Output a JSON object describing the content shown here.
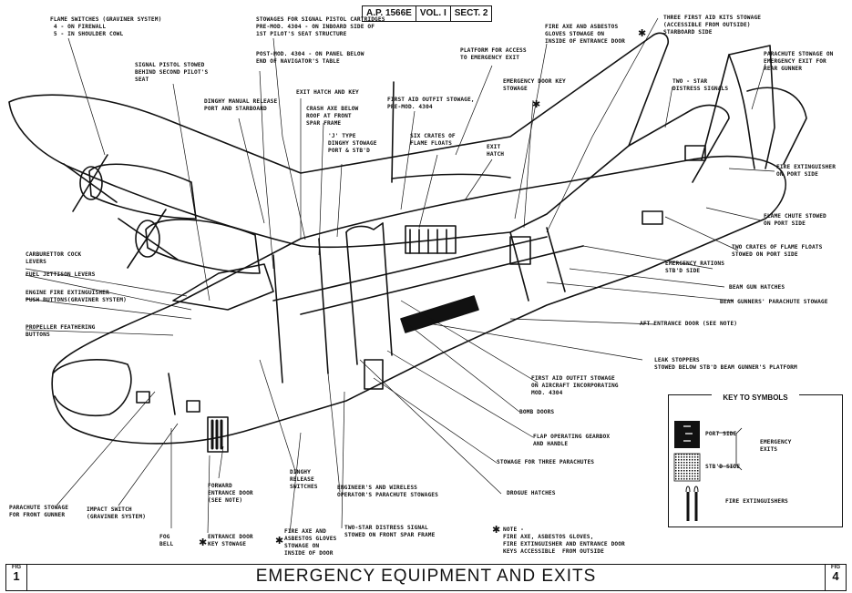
{
  "reference": {
    "a": "A.P. 1566E",
    "b": "VOL. I",
    "c": "SECT. 2"
  },
  "title": "EMERGENCY  EQUIPMENT  AND  EXITS",
  "fig_left": {
    "word": "FIG",
    "num": "1"
  },
  "fig_right": {
    "word": "FIG",
    "num": "4"
  },
  "labels": {
    "flame_switches": "FLAME SWITCHES (GRAVINER SYSTEM)\n 4 - ON FIREWALL\n 5 - IN SHOULDER COWL",
    "signal_pistol": "SIGNAL PISTOL STOWED\nBEHIND SECOND PILOT'S\nSEAT",
    "stowages_signal": "STOWAGES FOR SIGNAL PISTOL CARTRIDGES\nPRE-MOD. 4304 - ON INBOARD SIDE OF\n1ST PILOT'S SEAT STRUCTURE",
    "post_mod": "POST-MOD. 4304 - ON PANEL BELOW\nEND OF NAVIGATOR'S TABLE",
    "dinghy_release": "DINGHY MANUAL RELEASE\nPORT AND STARBOARD",
    "exit_hatch": "EXIT HATCH AND KEY",
    "crash_axe": "CRASH AXE BELOW\nROOF AT FRONT\nSPAR FRAME",
    "j_type": "'J' TYPE\nDINGHY STOWAGE\nPORT & STB'D",
    "first_aid_pre": "FIRST AID OUTFIT STOWAGE,\nPRE-MOD. 4304",
    "six_crates": "SIX CRATES OF\nFLAME FLOATS",
    "exit_hatch_small": "EXIT\nHATCH",
    "platform": "PLATFORM FOR ACCESS\nTO EMERGENCY EXIT",
    "fire_axe_top": "FIRE AXE AND ASBESTOS\nGLOVES STOWAGE ON\nINSIDE OF ENTRANCE DOOR",
    "emergency_door_key": "EMERGENCY DOOR KEY\nSTOWAGE",
    "three_first_aid": "THREE FIRST AID KITS STOWAGE\n(ACCESSIBLE FROM OUTSIDE)\nSTARBOARD SIDE",
    "two_star": "TWO - STAR\nDISTRESS SIGNALS",
    "parachute_rear": "PARACHUTE STOWAGE ON\nEMERGENCY EXIT FOR\nREAR GUNNER",
    "fire_ext_port": "FIRE EXTINGUISHER\nON PORT SIDE",
    "flame_chute": "FLAME CHUTE STOWED\nON PORT SIDE",
    "two_crates": "TWO CRATES OF FLAME FLOATS\nSTOWED ON PORT SIDE",
    "emergency_rations": "EMERGENCY RATIONS\nSTB'D SIDE",
    "beam_gun": "BEAM GUN HATCHES",
    "beam_gunners": "BEAM GUNNERS' PARACHUTE STOWAGE",
    "aft_entrance": "AFT ENTRANCE DOOR (SEE NOTE)",
    "leak_stoppers": "LEAK STOPPERS\nSTOWED BELOW STB'D BEAM GUNNER'S PLATFORM",
    "first_aid_stowage": "FIRST AID OUTFIT STOWAGE\nON AIRCRAFT INCORPORATING\nMOD. 4304",
    "bomb_doors": "BOMB DOORS",
    "flap_gearbox": "FLAP OPERATING GEARBOX\nAND HANDLE",
    "three_parachutes": "STOWAGE FOR THREE PARACHUTES",
    "drogue": "DROGUE HATCHES",
    "carburettor": "CARBURETTOR COCK\nLEVERS",
    "fuel_jettison": "FUEL JETTISON LEVERS",
    "engine_fire": "ENGINE FIRE EXTINGUISHER\nPUSH BUTTONS(GRAVINER SYSTEM)",
    "propeller": "PROPELLER FEATHERING\nBUTTONS",
    "parachute_front": "PARACHUTE STOWAGE\nFOR FRONT GUNNER",
    "impact_switch": "IMPACT SWITCH\n(GRAVINER SYSTEM)",
    "forward_door": "FORWARD\nENTRANCE DOOR\n(SEE NOTE)",
    "fog_bell": "FOG\nBELL",
    "door_key": "ENTRANCE DOOR\nKEY STOWAGE",
    "dinghy_switches": "DINGHY\nRELEASE\nSWITCHES",
    "fire_axe_bottom": "FIRE AXE AND\nASBESTOS GLOVES\nSTOWAGE ON\nINSIDE OF DOOR",
    "two_star_bottom": "TWO-STAR DISTRESS SIGNAL\nSTOWED ON FRONT SPAR FRAME",
    "engineers": "ENGINEER'S AND WIRELESS\nOPERATOR'S PARACHUTE STOWAGES",
    "note": "NOTE -\nFIRE AXE, ASBESTOS GLOVES,\nFIRE EXTINGUISHER AND ENTRANCE DOOR\nKEYS ACCESSIBLE  FROM OUTSIDE"
  },
  "key": {
    "title": "KEY TO SYMBOLS",
    "port": "PORT SIDE",
    "stbd": "STB'D SIDE",
    "emergency_exits": "EMERGENCY\nEXITS",
    "extinguishers": "FIRE EXTINGUISHERS"
  }
}
